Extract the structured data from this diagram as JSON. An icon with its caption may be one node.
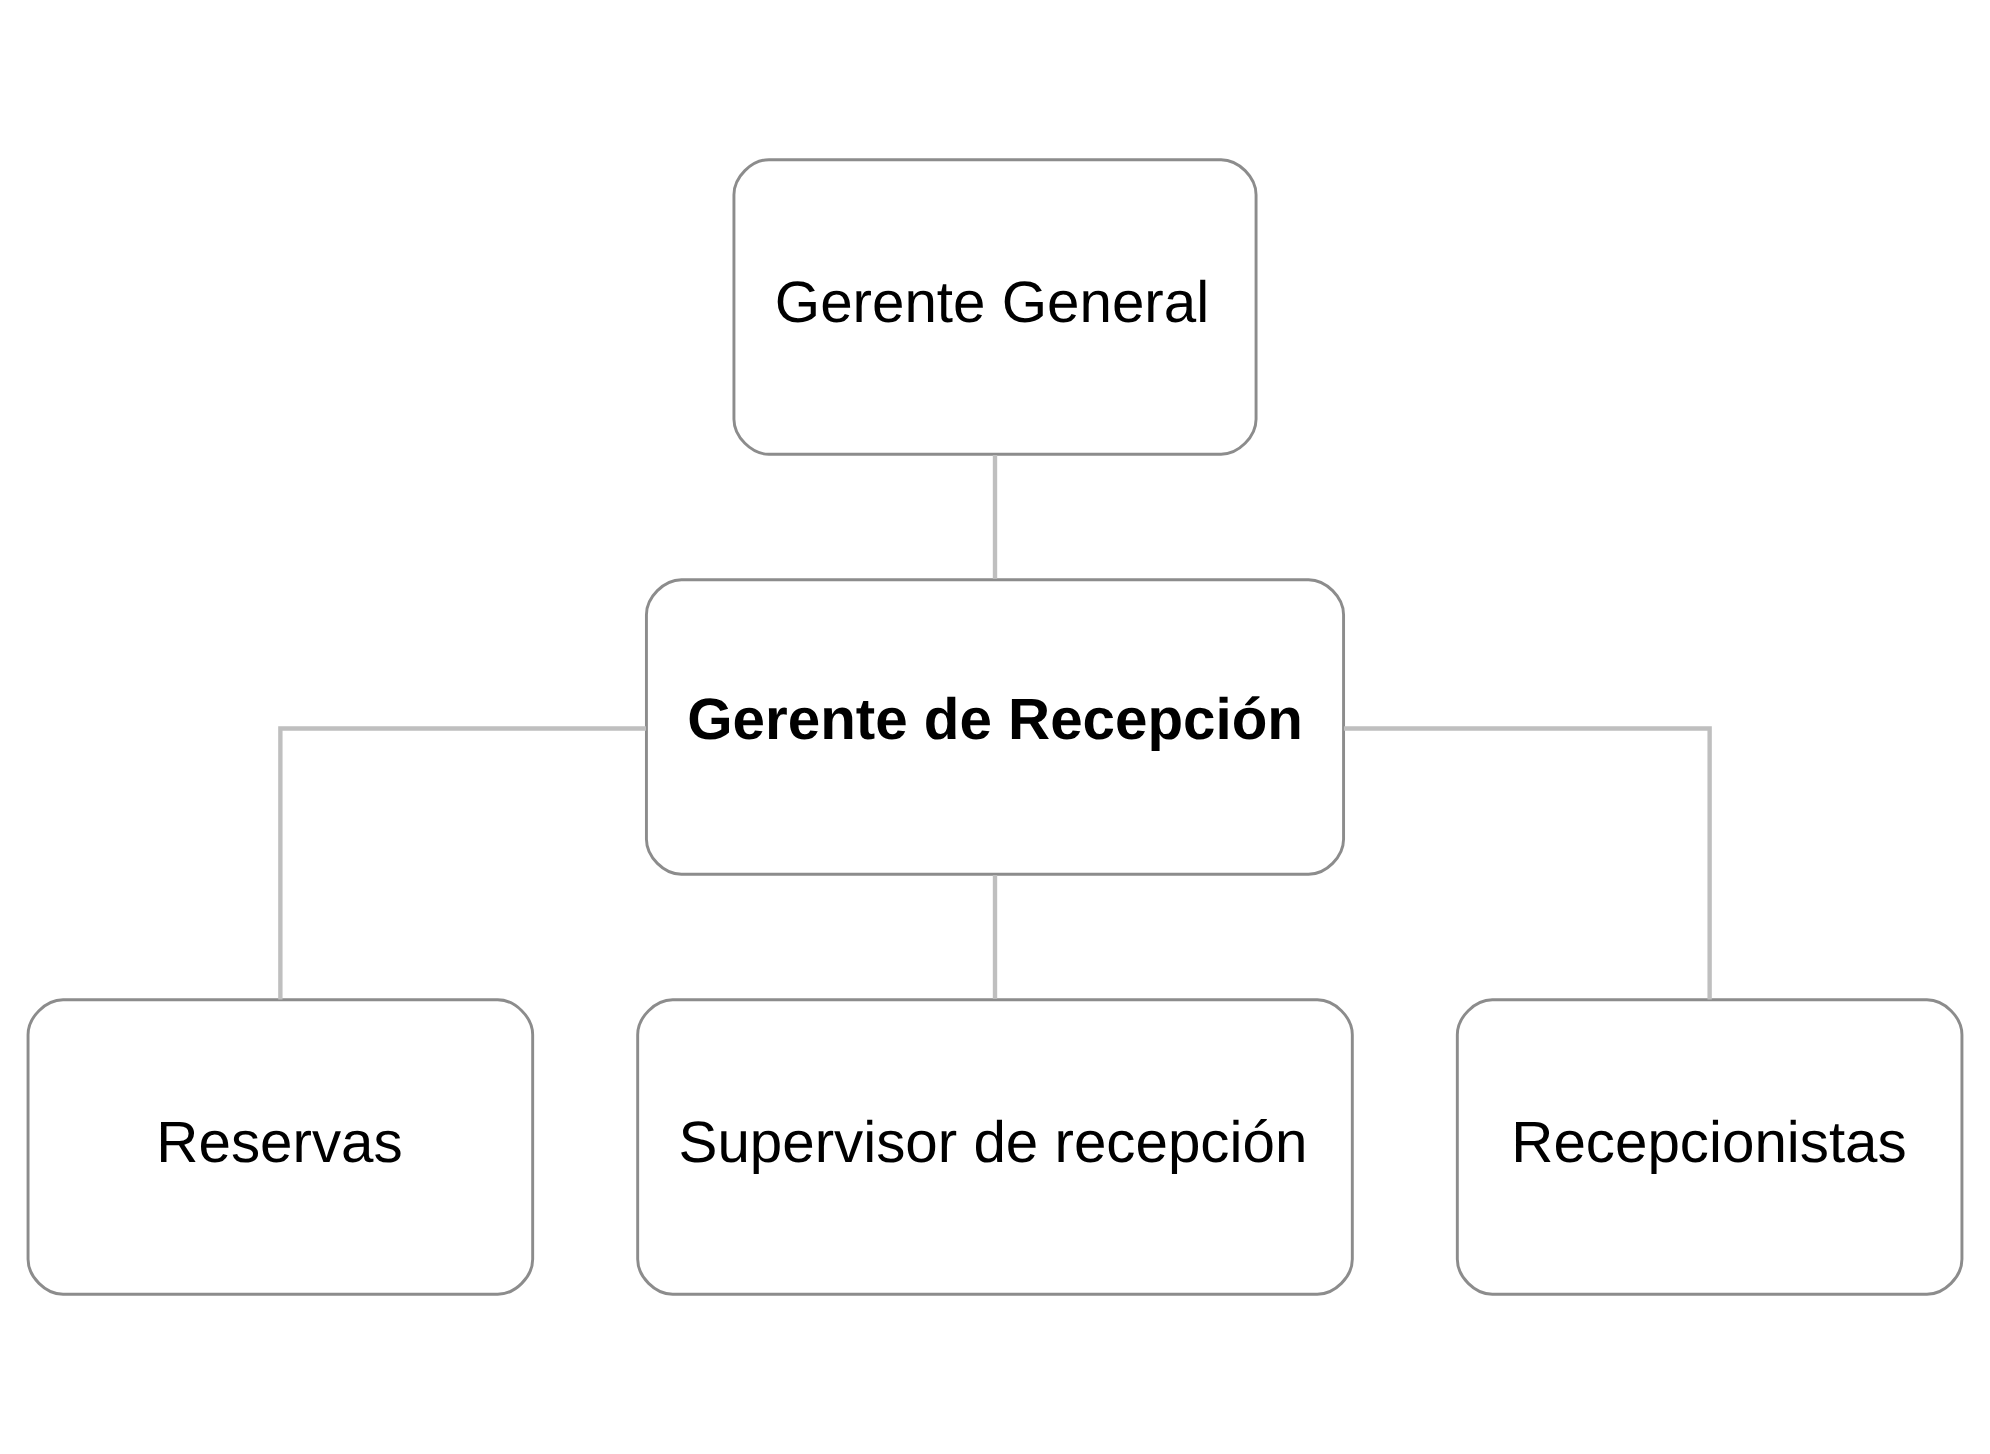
{
  "diagram": {
    "nodes": [
      {
        "text": [
          "Gerente General"
        ]
      },
      {
        "text": [
          "Gerente de Recepción"
        ]
      },
      {
        "text": [
          "Reservas"
        ]
      },
      {
        "text": [
          "Supervisor de recepción"
        ]
      },
      {
        "text": [
          "Recepcionistas"
        ]
      }
    ],
    "edges": [
      {
        "from": 0,
        "to": 1,
        "arrow": "none"
      },
      {
        "from": 1,
        "to": 2,
        "arrow": "none"
      },
      {
        "from": 1,
        "to": 3,
        "arrow": "none"
      },
      {
        "from": 1,
        "to": 4,
        "arrow": "none"
      }
    ]
  }
}
